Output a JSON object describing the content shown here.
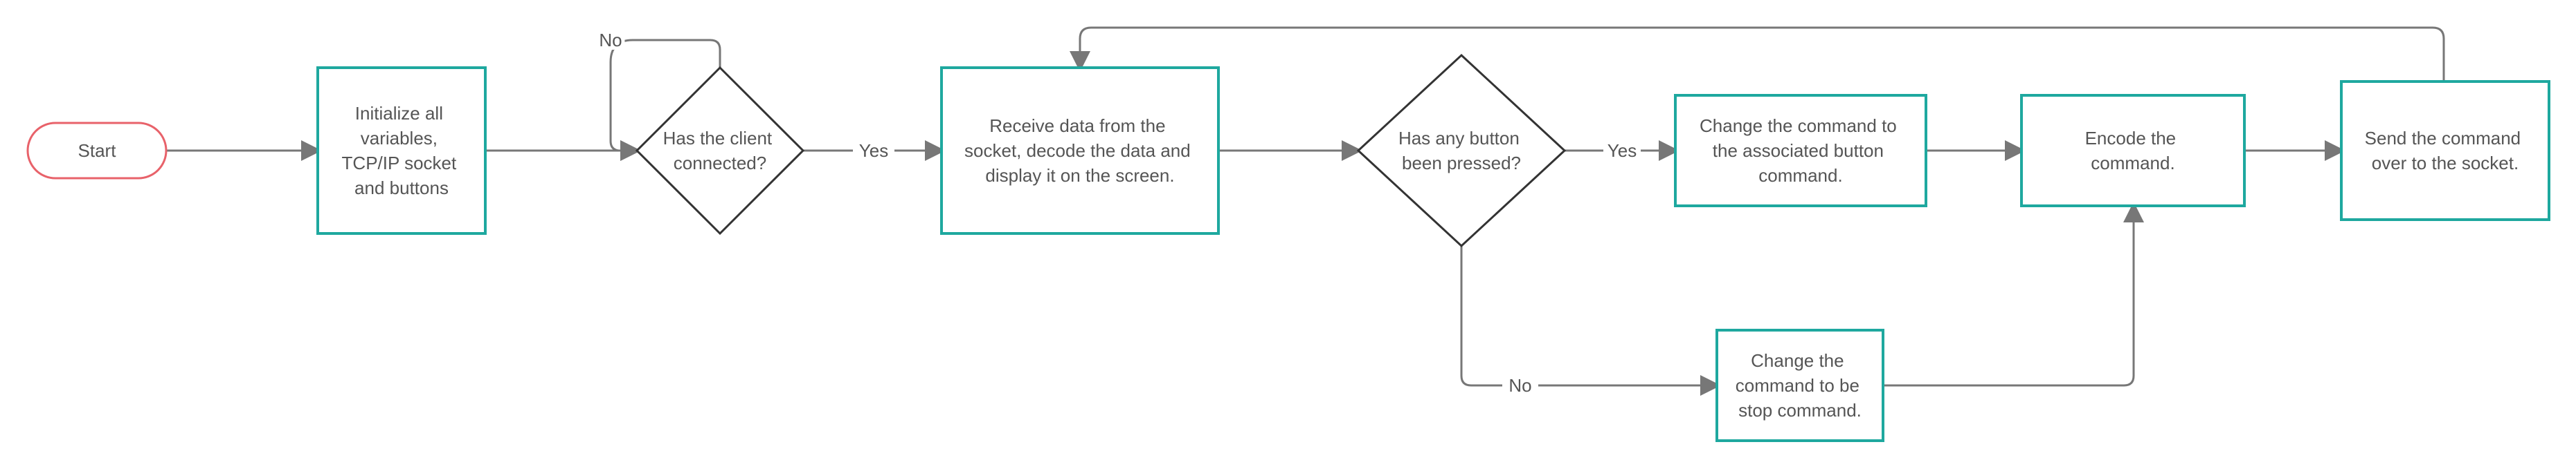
{
  "colors": {
    "terminal_border": "#e8626a",
    "process_border": "#1ea89f",
    "decision_border": "#333333",
    "edge": "#777777",
    "text": "#555555"
  },
  "nodes": {
    "start": {
      "lines": [
        "Start"
      ]
    },
    "init": {
      "lines": [
        "Initialize all",
        "variables,",
        "TCP/IP socket",
        "and buttons"
      ]
    },
    "client_connected": {
      "lines": [
        "Has the client",
        "connected?"
      ]
    },
    "receive": {
      "lines": [
        "Receive data from the",
        "socket, decode the data and",
        "display it on the screen."
      ]
    },
    "button_pressed": {
      "lines": [
        "Has any button",
        "been pressed?"
      ]
    },
    "change_command": {
      "lines": [
        "Change the command to",
        "the associated button",
        "command."
      ]
    },
    "encode": {
      "lines": [
        "Encode the",
        "command."
      ]
    },
    "send": {
      "lines": [
        "Send the command",
        "over to the socket."
      ]
    },
    "stop_command": {
      "lines": [
        "Change the",
        "command to be",
        "stop command."
      ]
    }
  },
  "edge_labels": {
    "connected_no": "No",
    "connected_yes": "Yes",
    "pressed_yes": "Yes",
    "pressed_no": "No"
  }
}
